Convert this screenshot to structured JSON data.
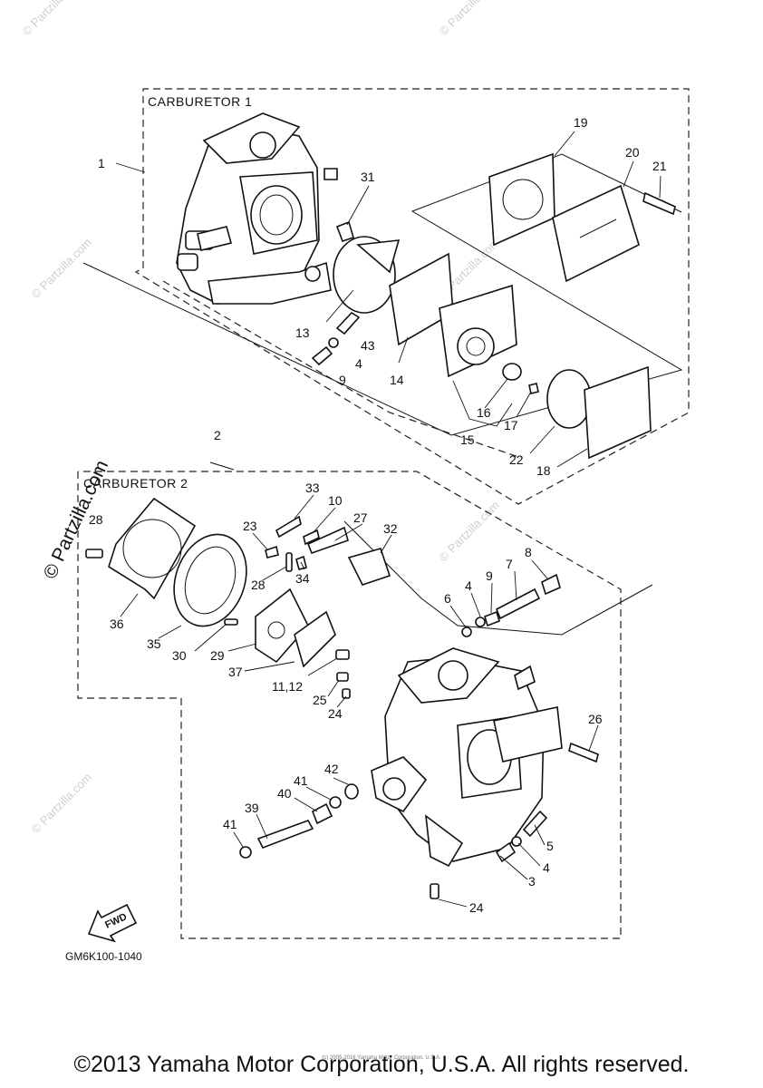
{
  "titles": {
    "carb1": "CARBURETOR 1",
    "carb2": "CARBURETOR 2"
  },
  "diagram_code": "GM6K100-1040",
  "fwd": "FWD",
  "watermark": "© Partzilla.com",
  "copyright": "©2013 Yamaha Motor Corporation, U.S.A. All rights reserved.",
  "small_copyright": "(c) 2005-2016 Yamaha Motor Corporation, U.S.A.",
  "callouts": {
    "c1": "1",
    "c2": "2",
    "c19": "19",
    "c20": "20",
    "c21": "21",
    "c31": "31",
    "c13": "13",
    "c43": "43",
    "c4a": "4",
    "c9a": "9",
    "c14": "14",
    "c16": "16",
    "c17": "17",
    "c15": "15",
    "c22": "22",
    "c18": "18",
    "c33": "33",
    "c10": "10",
    "c27": "27",
    "c23": "23",
    "c32": "32",
    "c28a": "28",
    "c28b": "28",
    "c34": "34",
    "c36": "36",
    "c35": "35",
    "c30": "30",
    "c29": "29",
    "c37": "37",
    "c1112": "11,12",
    "c25": "25",
    "c24a": "24",
    "c6": "6",
    "c4b": "4",
    "c9b": "9",
    "c7": "7",
    "c8": "8",
    "c26": "26",
    "c42": "42",
    "c41a": "41",
    "c40": "40",
    "c39": "39",
    "c41b": "41",
    "c5": "5",
    "c4c": "4",
    "c3": "3",
    "c24b": "24"
  }
}
